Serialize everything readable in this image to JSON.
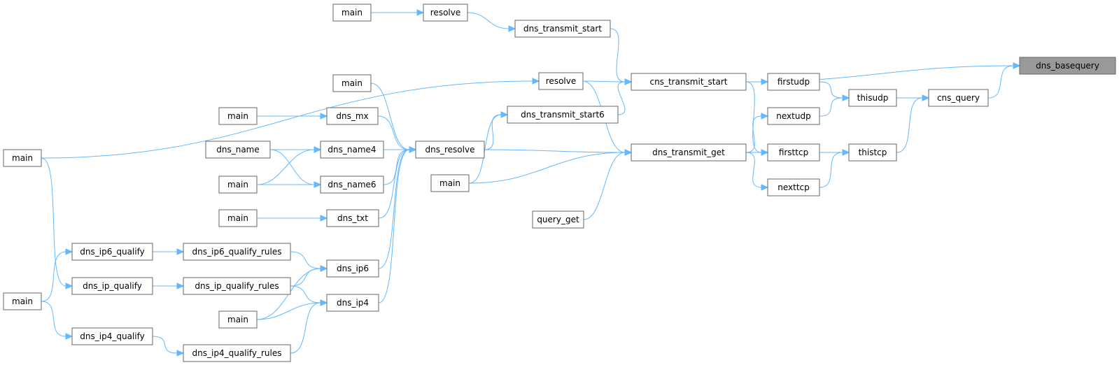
{
  "graph": {
    "nodes": [
      {
        "id": "dns_basequery",
        "label": "dns_basequery",
        "root": true
      },
      {
        "id": "cns_query",
        "label": "cns_query"
      },
      {
        "id": "thisudp",
        "label": "thisudp"
      },
      {
        "id": "thistcp",
        "label": "thistcp"
      },
      {
        "id": "firstudp",
        "label": "firstudp"
      },
      {
        "id": "nextudp",
        "label": "nextudp"
      },
      {
        "id": "firsttcp",
        "label": "firsttcp"
      },
      {
        "id": "nexttcp",
        "label": "nexttcp"
      },
      {
        "id": "cns_transmit_start",
        "label": "cns_transmit_start"
      },
      {
        "id": "dns_transmit_get",
        "label": "dns_transmit_get"
      },
      {
        "id": "dns_transmit_start",
        "label": "dns_transmit_start"
      },
      {
        "id": "dns_transmit_start6",
        "label": "dns_transmit_start6"
      },
      {
        "id": "resolve_top",
        "label": "resolve"
      },
      {
        "id": "resolve_mid",
        "label": "resolve"
      },
      {
        "id": "main_top",
        "label": "main"
      },
      {
        "id": "query_get",
        "label": "query_get"
      },
      {
        "id": "main_r2",
        "label": "main"
      },
      {
        "id": "dns_resolve",
        "label": "dns_resolve"
      },
      {
        "id": "main_dr",
        "label": "main"
      },
      {
        "id": "dns_mx",
        "label": "dns_mx"
      },
      {
        "id": "dns_name4",
        "label": "dns_name4"
      },
      {
        "id": "dns_name6",
        "label": "dns_name6"
      },
      {
        "id": "dns_txt",
        "label": "dns_txt"
      },
      {
        "id": "dns_ip6",
        "label": "dns_ip6"
      },
      {
        "id": "dns_ip4",
        "label": "dns_ip4"
      },
      {
        "id": "main_mx",
        "label": "main"
      },
      {
        "id": "dns_name",
        "label": "dns_name"
      },
      {
        "id": "main_n",
        "label": "main"
      },
      {
        "id": "main_txt",
        "label": "main"
      },
      {
        "id": "main_ip",
        "label": "main"
      },
      {
        "id": "dns_ip6_qualify_rules",
        "label": "dns_ip6_qualify_rules"
      },
      {
        "id": "dns_ip_qualify_rules",
        "label": "dns_ip_qualify_rules"
      },
      {
        "id": "dns_ip4_qualify_rules",
        "label": "dns_ip4_qualify_rules"
      },
      {
        "id": "dns_ip6_qualify",
        "label": "dns_ip6_qualify"
      },
      {
        "id": "dns_ip_qualify",
        "label": "dns_ip_qualify"
      },
      {
        "id": "dns_ip4_qualify",
        "label": "dns_ip4_qualify"
      },
      {
        "id": "main_left",
        "label": "main"
      },
      {
        "id": "main_left2",
        "label": "main"
      }
    ],
    "edges": [
      {
        "from": "cns_query",
        "to": "dns_basequery"
      },
      {
        "from": "cns_transmit_start",
        "to": "dns_basequery"
      },
      {
        "from": "thisudp",
        "to": "cns_query"
      },
      {
        "from": "thistcp",
        "to": "cns_query"
      },
      {
        "from": "firstudp",
        "to": "thisudp"
      },
      {
        "from": "nextudp",
        "to": "thisudp"
      },
      {
        "from": "firsttcp",
        "to": "thistcp"
      },
      {
        "from": "nexttcp",
        "to": "thistcp"
      },
      {
        "from": "cns_transmit_start",
        "to": "firstudp"
      },
      {
        "from": "dns_transmit_get",
        "to": "nextudp"
      },
      {
        "from": "cns_transmit_start",
        "to": "firsttcp"
      },
      {
        "from": "dns_transmit_get",
        "to": "firsttcp"
      },
      {
        "from": "dns_transmit_get",
        "to": "nexttcp"
      },
      {
        "from": "dns_transmit_start",
        "to": "cns_transmit_start"
      },
      {
        "from": "resolve_mid",
        "to": "cns_transmit_start"
      },
      {
        "from": "dns_transmit_start6",
        "to": "cns_transmit_start"
      },
      {
        "from": "resolve_mid",
        "to": "dns_transmit_get"
      },
      {
        "from": "dns_resolve",
        "to": "dns_transmit_get"
      },
      {
        "from": "main_r2",
        "to": "dns_transmit_get"
      },
      {
        "from": "query_get",
        "to": "dns_transmit_get"
      },
      {
        "from": "resolve_top",
        "to": "dns_transmit_start"
      },
      {
        "from": "main_top",
        "to": "resolve_top"
      },
      {
        "from": "dns_resolve",
        "to": "dns_transmit_start6"
      },
      {
        "from": "main_r2",
        "to": "dns_transmit_start6"
      },
      {
        "from": "main_left",
        "to": "resolve_mid"
      },
      {
        "from": "main_dr",
        "to": "dns_resolve"
      },
      {
        "from": "dns_mx",
        "to": "dns_resolve"
      },
      {
        "from": "dns_name4",
        "to": "dns_resolve"
      },
      {
        "from": "dns_name6",
        "to": "dns_resolve"
      },
      {
        "from": "dns_txt",
        "to": "dns_resolve"
      },
      {
        "from": "dns_ip6",
        "to": "dns_resolve"
      },
      {
        "from": "dns_ip4",
        "to": "dns_resolve"
      },
      {
        "from": "main_mx",
        "to": "dns_mx"
      },
      {
        "from": "dns_name",
        "to": "dns_name4"
      },
      {
        "from": "dns_name",
        "to": "dns_name6"
      },
      {
        "from": "main_n",
        "to": "dns_name4"
      },
      {
        "from": "main_n",
        "to": "dns_name6"
      },
      {
        "from": "main_txt",
        "to": "dns_txt"
      },
      {
        "from": "dns_ip6_qualify_rules",
        "to": "dns_ip6"
      },
      {
        "from": "dns_ip_qualify_rules",
        "to": "dns_ip6"
      },
      {
        "from": "dns_ip_qualify_rules",
        "to": "dns_ip4"
      },
      {
        "from": "main_ip",
        "to": "dns_ip6"
      },
      {
        "from": "main_ip",
        "to": "dns_ip4"
      },
      {
        "from": "dns_ip4_qualify_rules",
        "to": "dns_ip4"
      },
      {
        "from": "dns_ip6_qualify",
        "to": "dns_ip6_qualify_rules"
      },
      {
        "from": "dns_ip_qualify",
        "to": "dns_ip_qualify_rules"
      },
      {
        "from": "dns_ip4_qualify",
        "to": "dns_ip4_qualify_rules"
      },
      {
        "from": "main_left",
        "to": "dns_ip_qualify"
      },
      {
        "from": "main_left2",
        "to": "dns_ip6_qualify"
      },
      {
        "from": "main_left2",
        "to": "dns_ip4_qualify"
      }
    ]
  },
  "colors": {
    "edge": "#63b8ff",
    "node_border": "#666666",
    "node_fill": "#ffffff",
    "root_fill": "#999999"
  }
}
